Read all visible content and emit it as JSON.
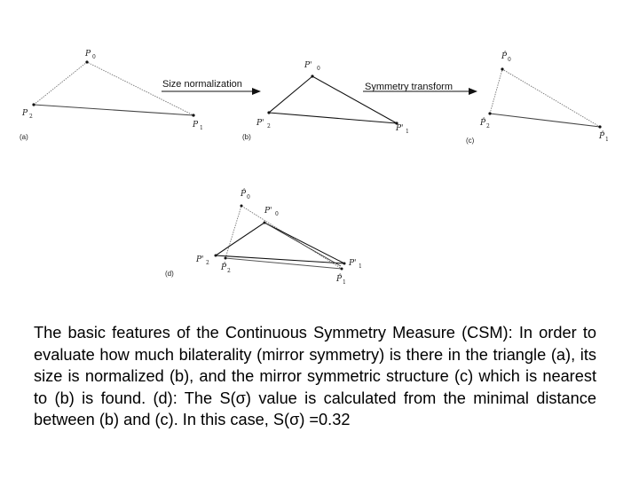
{
  "arrows": {
    "size_normalization": "Size normalization",
    "symmetry_transform": "Symmetry transform"
  },
  "panels": {
    "a": "(a)",
    "b": "(b)",
    "c": "(c)",
    "d": "(d)"
  },
  "vertex_labels": {
    "a": {
      "p0": "P",
      "p0_sub": "0",
      "p1": "P",
      "p1_sub": "1",
      "p2": "P",
      "p2_sub": "2"
    },
    "b": {
      "p0": "P'",
      "p0_sub": "0",
      "p1": "P'",
      "p1_sub": "1",
      "p2": "P'",
      "p2_sub": "2"
    },
    "c": {
      "p0": "P̂",
      "p0_sub": "0",
      "p1": "P̂",
      "p1_sub": "1",
      "p2": "P̂",
      "p2_sub": "2"
    },
    "d": {
      "p0_hat": "P̂",
      "p0_hat_sub": "0",
      "p0_prime": "P'",
      "p0_prime_sub": "0",
      "p2_prime": "P'",
      "p2_prime_sub": "2",
      "p2_hat": "P̂",
      "p2_hat_sub": "2",
      "p1_prime": "P'",
      "p1_prime_sub": "1",
      "p1_hat": "P̂",
      "p1_hat_sub": "1"
    }
  },
  "caption": {
    "text": "The basic features of the Continuous Symmetry Measure (CSM): In order to evaluate how much bilaterality (mirror symmetry) is there in the triangle (a), its size is normalized (b), and the mirror symmetric structure (c) which is nearest to (b) is found. (d): The S(σ) value is calculated from the minimal distance between (b) and (c). In this case, S(σ) =0.32"
  }
}
